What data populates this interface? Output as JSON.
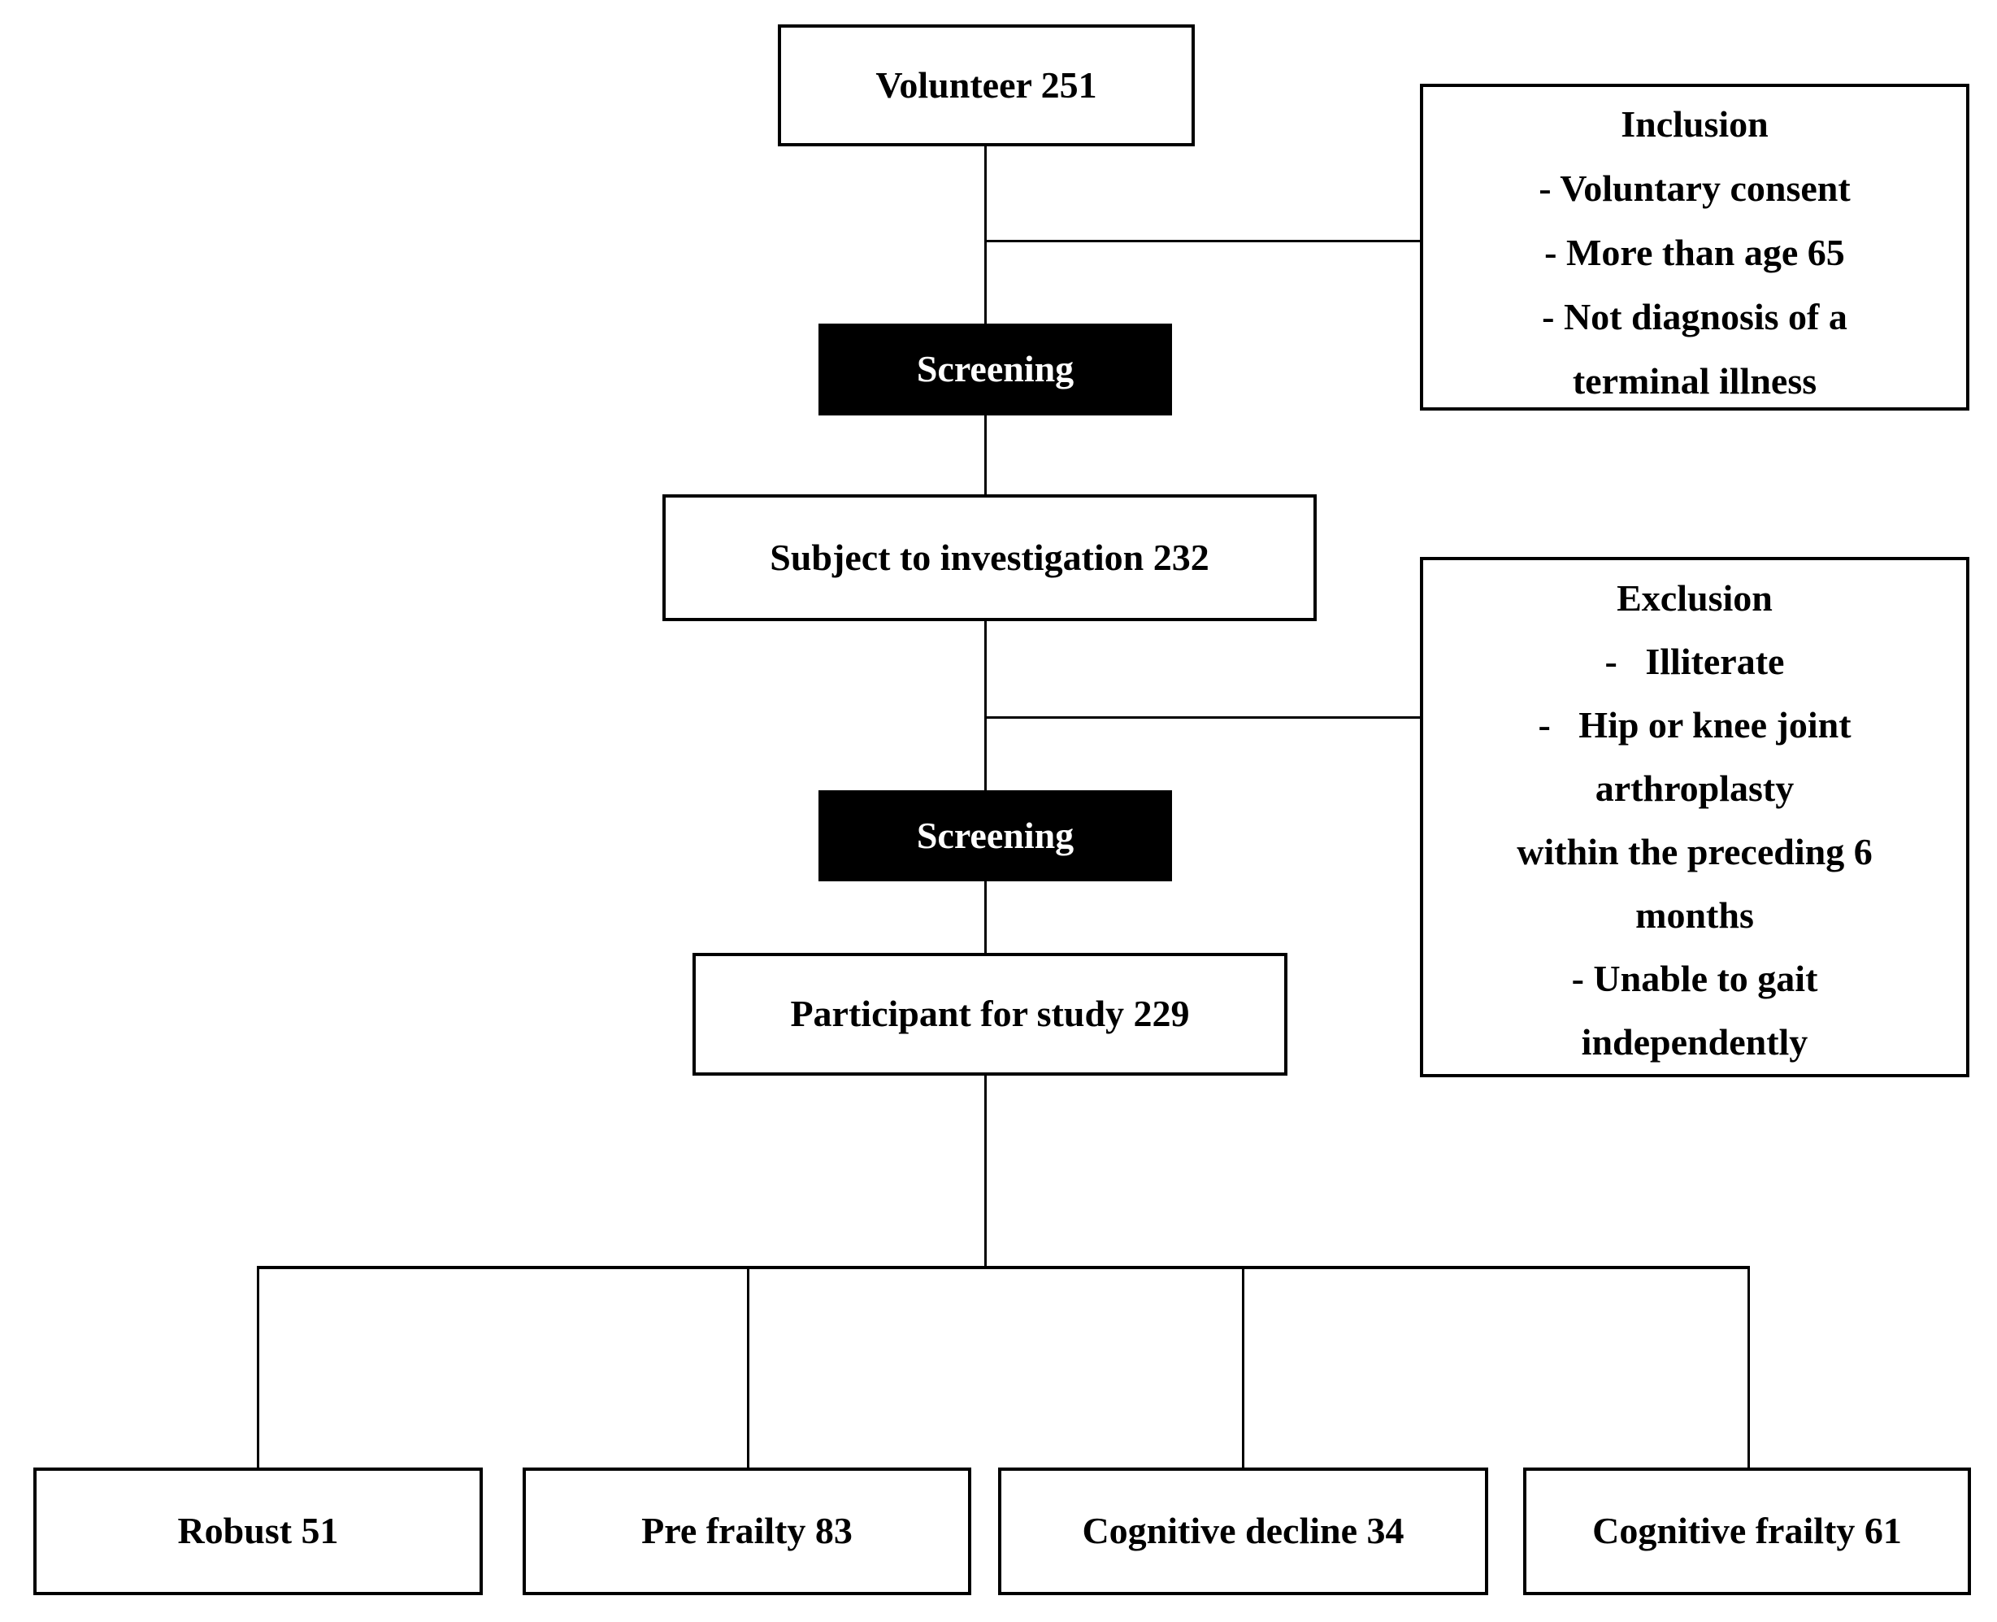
{
  "flow": {
    "volunteer": "Volunteer 251",
    "screening_top": "Screening",
    "subject": "Subject to investigation 232",
    "screening_bottom": "Screening",
    "participant": "Participant for study 229",
    "inclusion_lines": [
      "Inclusion",
      "- Voluntary consent",
      "- More than age 65",
      "- Not diagnosis of a",
      "terminal illness"
    ],
    "exclusion_lines": [
      "Exclusion",
      "-   Illiterate",
      "-   Hip or knee joint",
      "arthroplasty",
      "within the preceding 6",
      "months",
      "- Unable to gait",
      "independently"
    ],
    "outcomes": [
      {
        "label": "Robust 51"
      },
      {
        "label": "Pre frailty 83"
      },
      {
        "label": "Cognitive decline 34"
      },
      {
        "label": "Cognitive frailty 61"
      }
    ],
    "colors": {
      "background": "#ffffff",
      "box_fill": "#ffffff",
      "box_border": "#000000",
      "screening_fill": "#000000",
      "screening_text": "#ffffff",
      "text": "#000000",
      "connector": "#000000"
    }
  }
}
